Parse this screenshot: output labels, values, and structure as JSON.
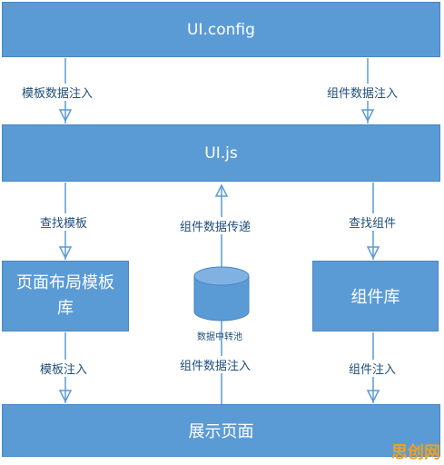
{
  "boxes": {
    "config": "UI.config",
    "js": "UI.js",
    "template_lib": "页面布局模板库",
    "component_lib": "组件库",
    "display": "展示页面"
  },
  "database": {
    "label": "数据中转池"
  },
  "edges": {
    "template_inject_top": "模板数据注入",
    "component_inject_top": "组件数据注入",
    "find_template": "查找模板",
    "component_data_pass": "组件数据传递",
    "find_component": "查找组件",
    "template_inject_bottom": "模板注入",
    "component_data_inject": "组件数据注入",
    "component_inject_bottom": "组件注入"
  },
  "watermark": "思创网",
  "colors": {
    "box_fill": "#5b9bd5",
    "box_text": "#ffffff",
    "edge": "#5b9bd5",
    "label_text": "#1f4e79"
  }
}
